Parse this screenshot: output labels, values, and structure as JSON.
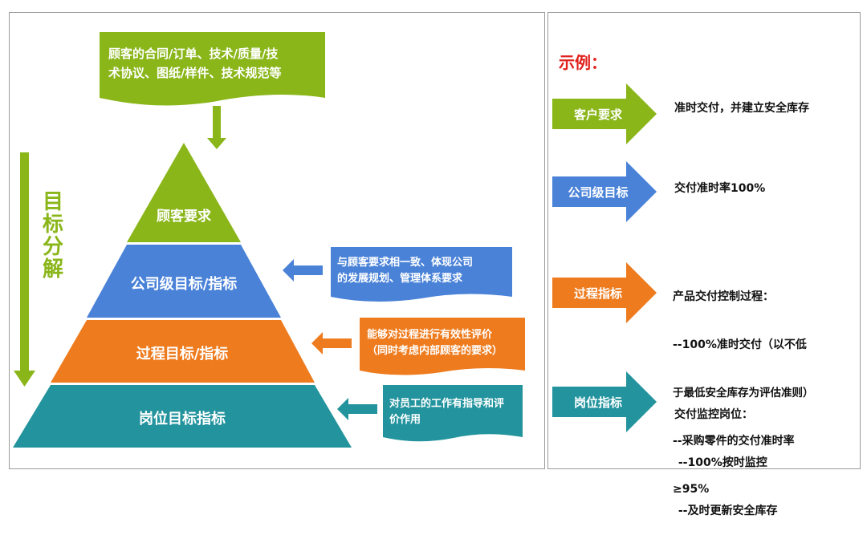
{
  "input_box": {
    "line1": "顾客的合同/订单、技术/质量/技",
    "line2": "术协议、图纸/样件、技术规范等"
  },
  "side_label": [
    "目",
    "标",
    "分",
    "解"
  ],
  "pyramid": {
    "level1": "顾客要求",
    "level2": "公司级目标/指标",
    "level3": "过程目标/指标",
    "level4": "岗位目标指标"
  },
  "notes": {
    "blue": {
      "line1": "与顾客要求相一致、体现公司",
      "line2": "的发展规划、管理体系要求"
    },
    "orange": {
      "line1": "能够对过程进行有效性评价",
      "line2": "（同时考虑内部顾客的要求）"
    },
    "teal": {
      "line1": "对员工的工作有指导和评",
      "line2": "价作用"
    }
  },
  "example": {
    "title": "示例：",
    "rows": [
      {
        "label": "客户要求",
        "lines": [
          "准时交付，并建立安全库存"
        ]
      },
      {
        "label": "公司级目标",
        "lines": [
          "交付准时率100%"
        ]
      },
      {
        "label": "过程指标",
        "lines": [
          "产品交付控制过程：",
          "--100%准时交付（以不低",
          "于最低安全库存为评估准则）",
          "--采购零件的交付准时率",
          "≥95%"
        ]
      },
      {
        "label": "岗位指标",
        "lines": [
          "交付监控岗位：",
          " --100%按时监控",
          " --及时更新安全库存"
        ]
      }
    ]
  },
  "colors": {
    "green": "#8ab61a",
    "blue": "#4a82d8",
    "orange": "#ee7c1f",
    "teal": "#23949e",
    "red_title": "#e0201b"
  }
}
